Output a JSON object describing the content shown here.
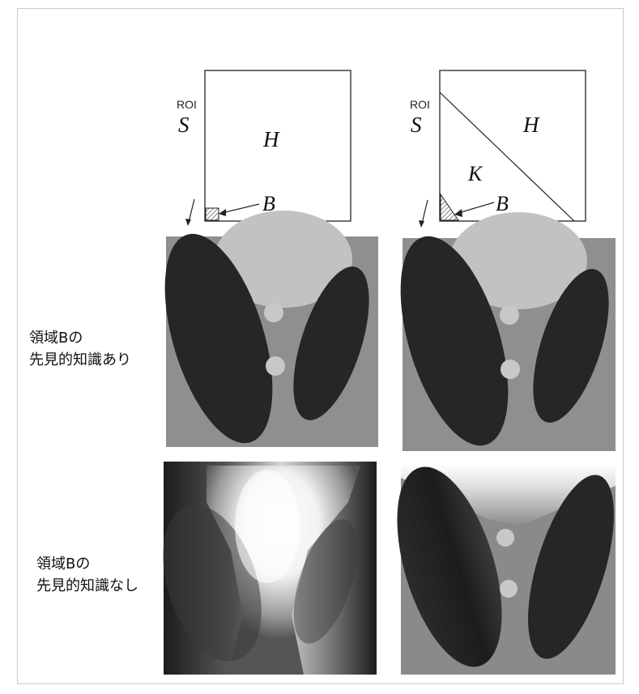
{
  "diagrams": [
    {
      "roi_label": "ROI",
      "s_label": "S",
      "h_label": "H",
      "b_label": "B",
      "k_label": ""
    },
    {
      "roi_label": "ROI",
      "s_label": "S",
      "h_label": "H",
      "b_label": "B",
      "k_label": "K"
    }
  ],
  "row_labels": [
    {
      "line1": "領域Bの",
      "line2": "先見的知識あり"
    },
    {
      "line1": "領域Bの",
      "line2": "先見的知識なし"
    }
  ]
}
